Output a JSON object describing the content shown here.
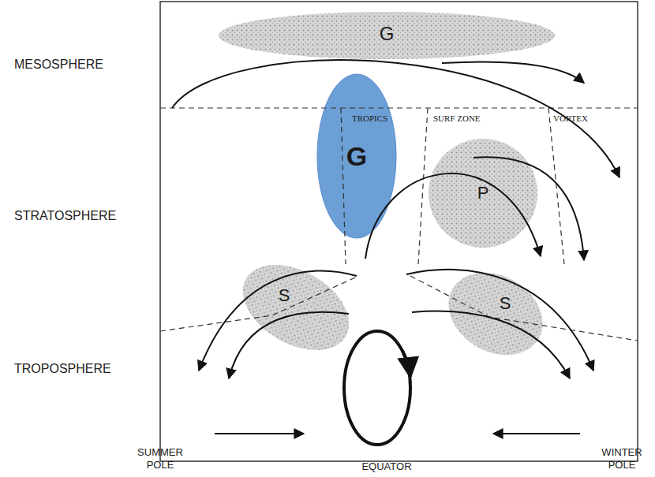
{
  "diagram": {
    "nodes": [
      {
        "text": [
          "G"
        ]
      },
      {
        "text": [
          "G"
        ]
      },
      {
        "text": [
          "P"
        ]
      },
      {
        "text": [
          "S"
        ]
      },
      {
        "text": [
          "S"
        ]
      }
    ],
    "labels": [
      "MESOSPHERE",
      "TROPICS",
      "SURF ZONE",
      "VORTEX",
      "STRATOSPHERE",
      "TROPOSPHERE",
      "SUMMER POLE",
      "EQUATOR",
      "WINTER POLE"
    ]
  }
}
